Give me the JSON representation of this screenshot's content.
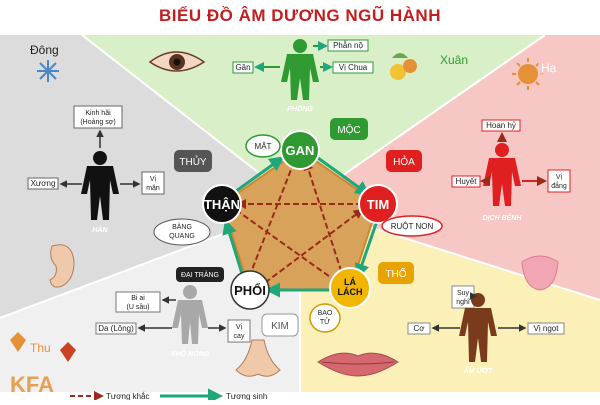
{
  "title": "BIỂU ĐỒ ÂM DƯƠNG NGŨ HÀNH",
  "colors": {
    "wood": "#2f9a31",
    "fire": "#e02020",
    "earth": "#f2b600",
    "metal": "#ffffff",
    "water": "#111111",
    "wood_bg": "#d9efc8",
    "fire_bg": "#f6c7c4",
    "earth_bg": "#fbf1b8",
    "metal_bg": "#f0f0f0",
    "water_bg": "#dcdcdc",
    "pentagon": "#d8a25a",
    "arrow_control": "#9a2a1a",
    "arrow_generate": "#1fa67a"
  },
  "seasons": {
    "wood": "Xuân",
    "fire": "Hạ",
    "metal": "Thu",
    "water": "Đông"
  },
  "organs": {
    "wood": "GAN",
    "fire": "TIM",
    "earth": "LÁ LÁCH",
    "metal": "PHỔI",
    "water": "THẬN"
  },
  "elements": {
    "wood": "MỘC",
    "fire": "HỎA",
    "earth": "THỔ",
    "metal": "KIM",
    "water": "THỦY"
  },
  "paired_organs": {
    "wood": "MẬT",
    "fire": "RUỘT NON",
    "earth": "BAO TỬ",
    "metal": "ĐẠI TRÀNG",
    "water": "BÀNG QUANG"
  },
  "wood_panel": {
    "figure": "PHONG",
    "top": "Phẫn nộ",
    "left": "Gân",
    "right": "Vị Chua"
  },
  "fire_panel": {
    "figure": "DỊCH BỆNH",
    "top": "Hoan hỷ",
    "left": "Huyết",
    "right": "Vị đắng"
  },
  "earth_panel": {
    "figure": "ẨM ƯỚT",
    "top": "Suy nghĩ",
    "left": "Cơ",
    "right": "Vị ngọt"
  },
  "metal_panel": {
    "figure": "KHÔ NÓNG",
    "top": "Bi ai (U sầu)",
    "left": "Da (Lông)",
    "right": "Vị cay"
  },
  "water_panel": {
    "figure": "HÀN",
    "top": "Kinh hãi (Hoảng sợ)",
    "left": "Xương",
    "right": "Vị mặn"
  },
  "legend": {
    "control": "Tương khắc",
    "generate": "Tương sinh"
  },
  "watermark": "KFA"
}
